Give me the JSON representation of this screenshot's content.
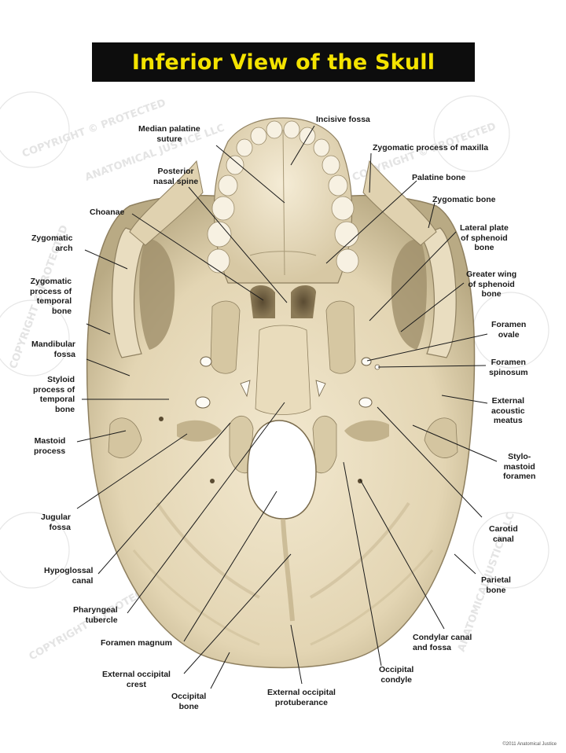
{
  "title": "Inferior View of the Skull",
  "colors": {
    "title_bg": "#0d0d0d",
    "title_text": "#f4e300",
    "bone": "#e8dcc0",
    "bone_shadow": "#9c8e6c",
    "label_text": "#1a1a1a"
  },
  "labels": {
    "incisive_fossa": "Incisive fossa",
    "median_palatine_suture": "Median palatine\nsuture",
    "zygomatic_process_maxilla": "Zygomatic process of maxilla",
    "posterior_nasal_spine": "Posterior\nnasal spine",
    "palatine_bone": "Palatine bone",
    "zygomatic_bone": "Zygomatic bone",
    "choanae": "Choanae",
    "lateral_plate_sphenoid": "Lateral plate\nof sphenoid\nbone",
    "zygomatic_arch": "Zygomatic\narch",
    "greater_wing_sphenoid": "Greater wing\nof sphenoid\nbone",
    "zygomatic_process_temporal": "Zygomatic\nprocess of\ntemporal\nbone",
    "foramen_ovale": "Foramen\novale",
    "mandibular_fossa": "Mandibular\nfossa",
    "foramen_spinosum": "Foramen\nspinosum",
    "styloid_process": "Styloid\nprocess of\ntemporal\nbone",
    "external_acoustic_meatus": "External\nacoustic\nmeatus",
    "mastoid_process": "Mastoid\nprocess",
    "stylomastoid_foramen": "Stylo-\nmastoid\nforamen",
    "jugular_fossa": "Jugular\nfossa",
    "carotid_canal": "Carotid\ncanal",
    "hypoglossal_canal": "Hypoglossal\ncanal",
    "parietal_bone": "Parietal\nbone",
    "pharyngeal_tubercle": "Pharyngeal\ntubercle",
    "condylar_canal": "Condylar canal\nand fossa",
    "foramen_magnum": "Foramen magnum",
    "occipital_condyle": "Occipital\ncondyle",
    "external_occipital_crest": "External occipital\ncrest",
    "external_occipital_protuberance": "External occipital\nprotuberance",
    "occipital_bone": "Occipital\nbone"
  },
  "watermark": {
    "line1": "COPYRIGHT © PROTECTED",
    "line2": "ANATOMICAL JUSTICE LLC"
  },
  "copyright": "©2011 Anatomical Justice"
}
